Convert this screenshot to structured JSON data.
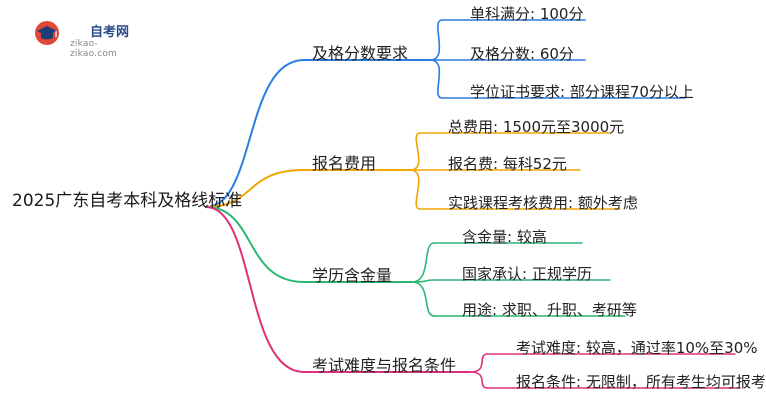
{
  "logo": {
    "name": "自考网",
    "url": "zikao-zikao.com",
    "icon": "graduation-cap-icon",
    "colors": {
      "cap": "#1d3c78",
      "accent": "#e0483b"
    }
  },
  "mindmap": {
    "root": "2025广东自考本科及格线标准",
    "branches": [
      {
        "label": "及格分数要求",
        "color": "#2a7de1",
        "leaves": [
          "单科满分: 100分",
          "及格分数: 60分",
          "学位证书要求: 部分课程70分以上"
        ]
      },
      {
        "label": "报名费用",
        "color": "#f0a500",
        "leaves": [
          "总费用: 1500元至3000元",
          "报名费: 每科52元",
          "实践课程考核费用: 额外考虑"
        ]
      },
      {
        "label": "学历含金量",
        "color": "#2bb673",
        "leaves": [
          "含金量: 较高",
          "国家承认: 正规学历",
          "用途: 求职、升职、考研等"
        ]
      },
      {
        "label": "考试难度与报名条件",
        "color": "#e0307a",
        "leaves": [
          "考试难度: 较高，通过率10%至30%",
          "报名条件: 无限制，所有考生均可报考"
        ]
      }
    ]
  }
}
